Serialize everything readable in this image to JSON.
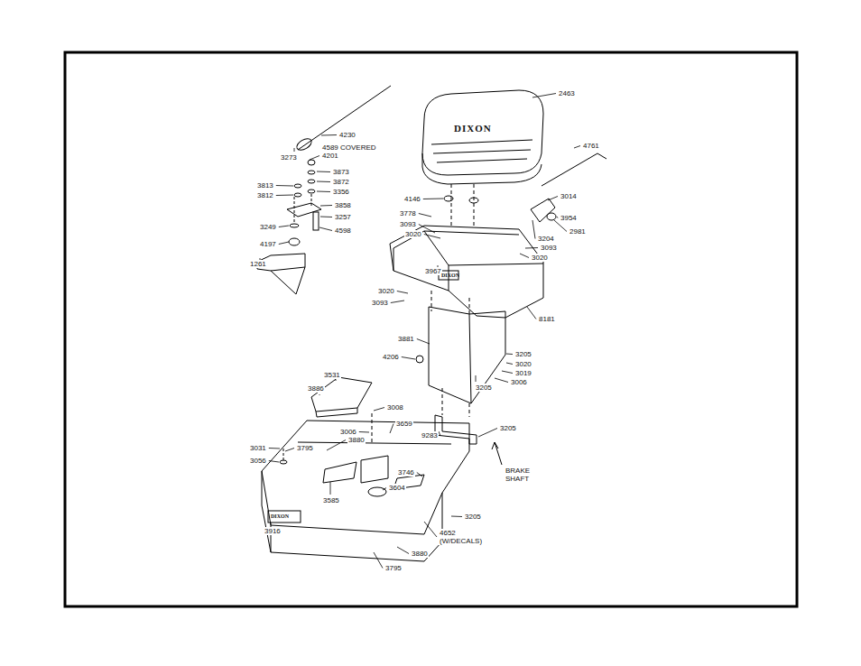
{
  "diagram": {
    "labels": [
      "2463",
      "4230",
      "4589 COVERED",
      "4201",
      "3873",
      "3872",
      "3356",
      "3813",
      "3812",
      "3858",
      "3257",
      "3249",
      "4598",
      "4197",
      "1261",
      "3273",
      "4761",
      "4146",
      "3778",
      "3093",
      "3020",
      "3014",
      "3954",
      "2981",
      "3204",
      "3093",
      "3020",
      "3967",
      "3020",
      "3093",
      "8181",
      "3881",
      "4206",
      "3205",
      "3020",
      "3019",
      "3006",
      "3205",
      "3531",
      "3886",
      "3008",
      "3006",
      "3659",
      "9283",
      "3205",
      "3880",
      "3795",
      "3031",
      "3056",
      "BRAKE SHAFT",
      "3746",
      "3604",
      "3585",
      "3205",
      "3916",
      "4652 (W/DECALS)",
      "3880",
      "3795",
      "DIXON",
      "DIXON",
      "DIXON"
    ]
  }
}
